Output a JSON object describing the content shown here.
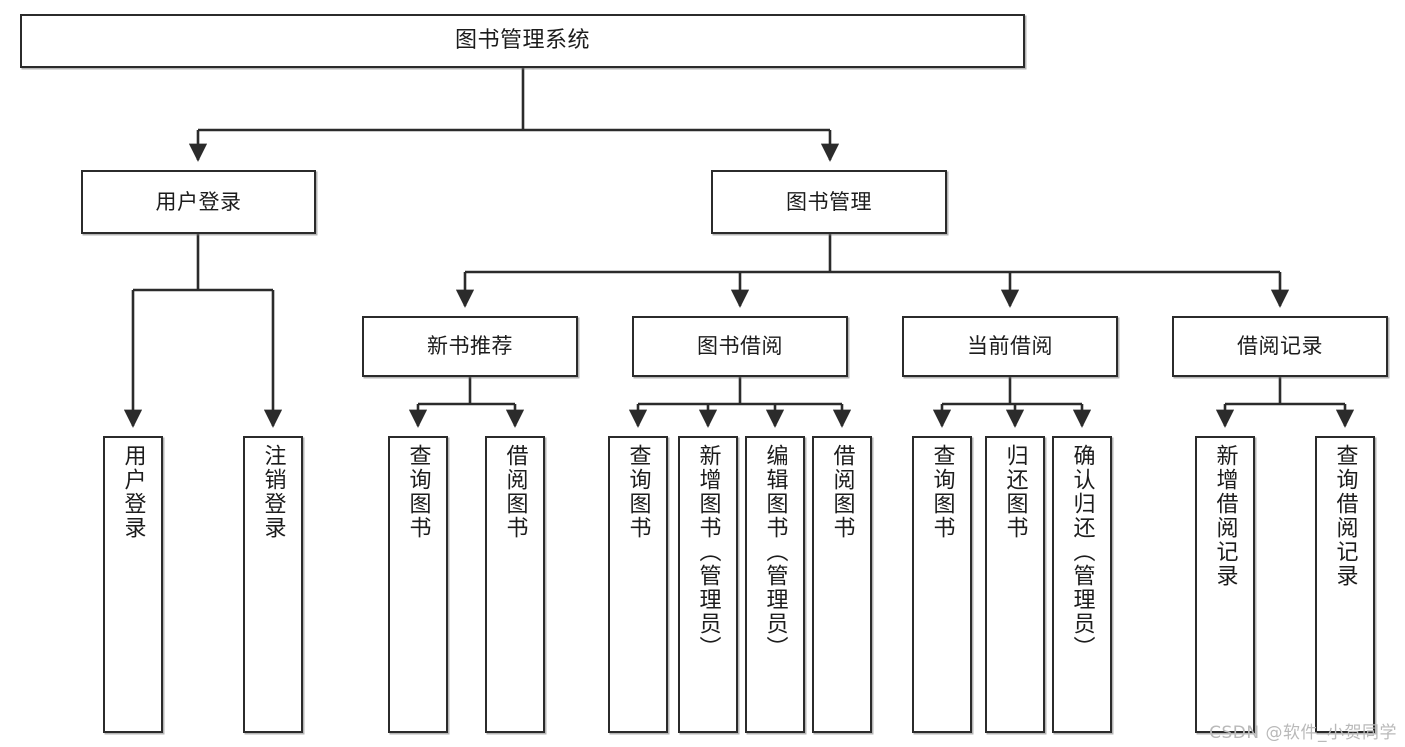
{
  "diagram": {
    "title": "图书管理系统",
    "watermark": "CSDN @软件_小贺同学",
    "colors": {
      "box_border": "#2b2b2b",
      "box_fill": "#ffffff",
      "connector": "#2b2b2b",
      "background": "#ffffff",
      "watermark": "#b9b9b9"
    },
    "root": {
      "label": "图书管理系统"
    },
    "level2": [
      {
        "label": "用户登录"
      },
      {
        "label": "图书管理"
      }
    ],
    "level3": [
      {
        "label": "新书推荐"
      },
      {
        "label": "图书借阅"
      },
      {
        "label": "当前借阅"
      },
      {
        "label": "借阅记录"
      }
    ],
    "leaves": {
      "user_login": [
        {
          "label": "用户登录"
        },
        {
          "label": "注销登录"
        }
      ],
      "new_book_recommend": [
        {
          "label": "查询图书"
        },
        {
          "label": "借阅图书"
        }
      ],
      "book_borrow": [
        {
          "label": "查询图书"
        },
        {
          "label": "新增图书（管理员）"
        },
        {
          "label": "编辑图书（管理员）"
        },
        {
          "label": "借阅图书"
        }
      ],
      "current_borrow": [
        {
          "label": "查询图书"
        },
        {
          "label": "归还图书"
        },
        {
          "label": "确认归还（管理员）"
        }
      ],
      "borrow_records": [
        {
          "label": "新增借阅记录"
        },
        {
          "label": "查询借阅记录"
        }
      ]
    }
  }
}
